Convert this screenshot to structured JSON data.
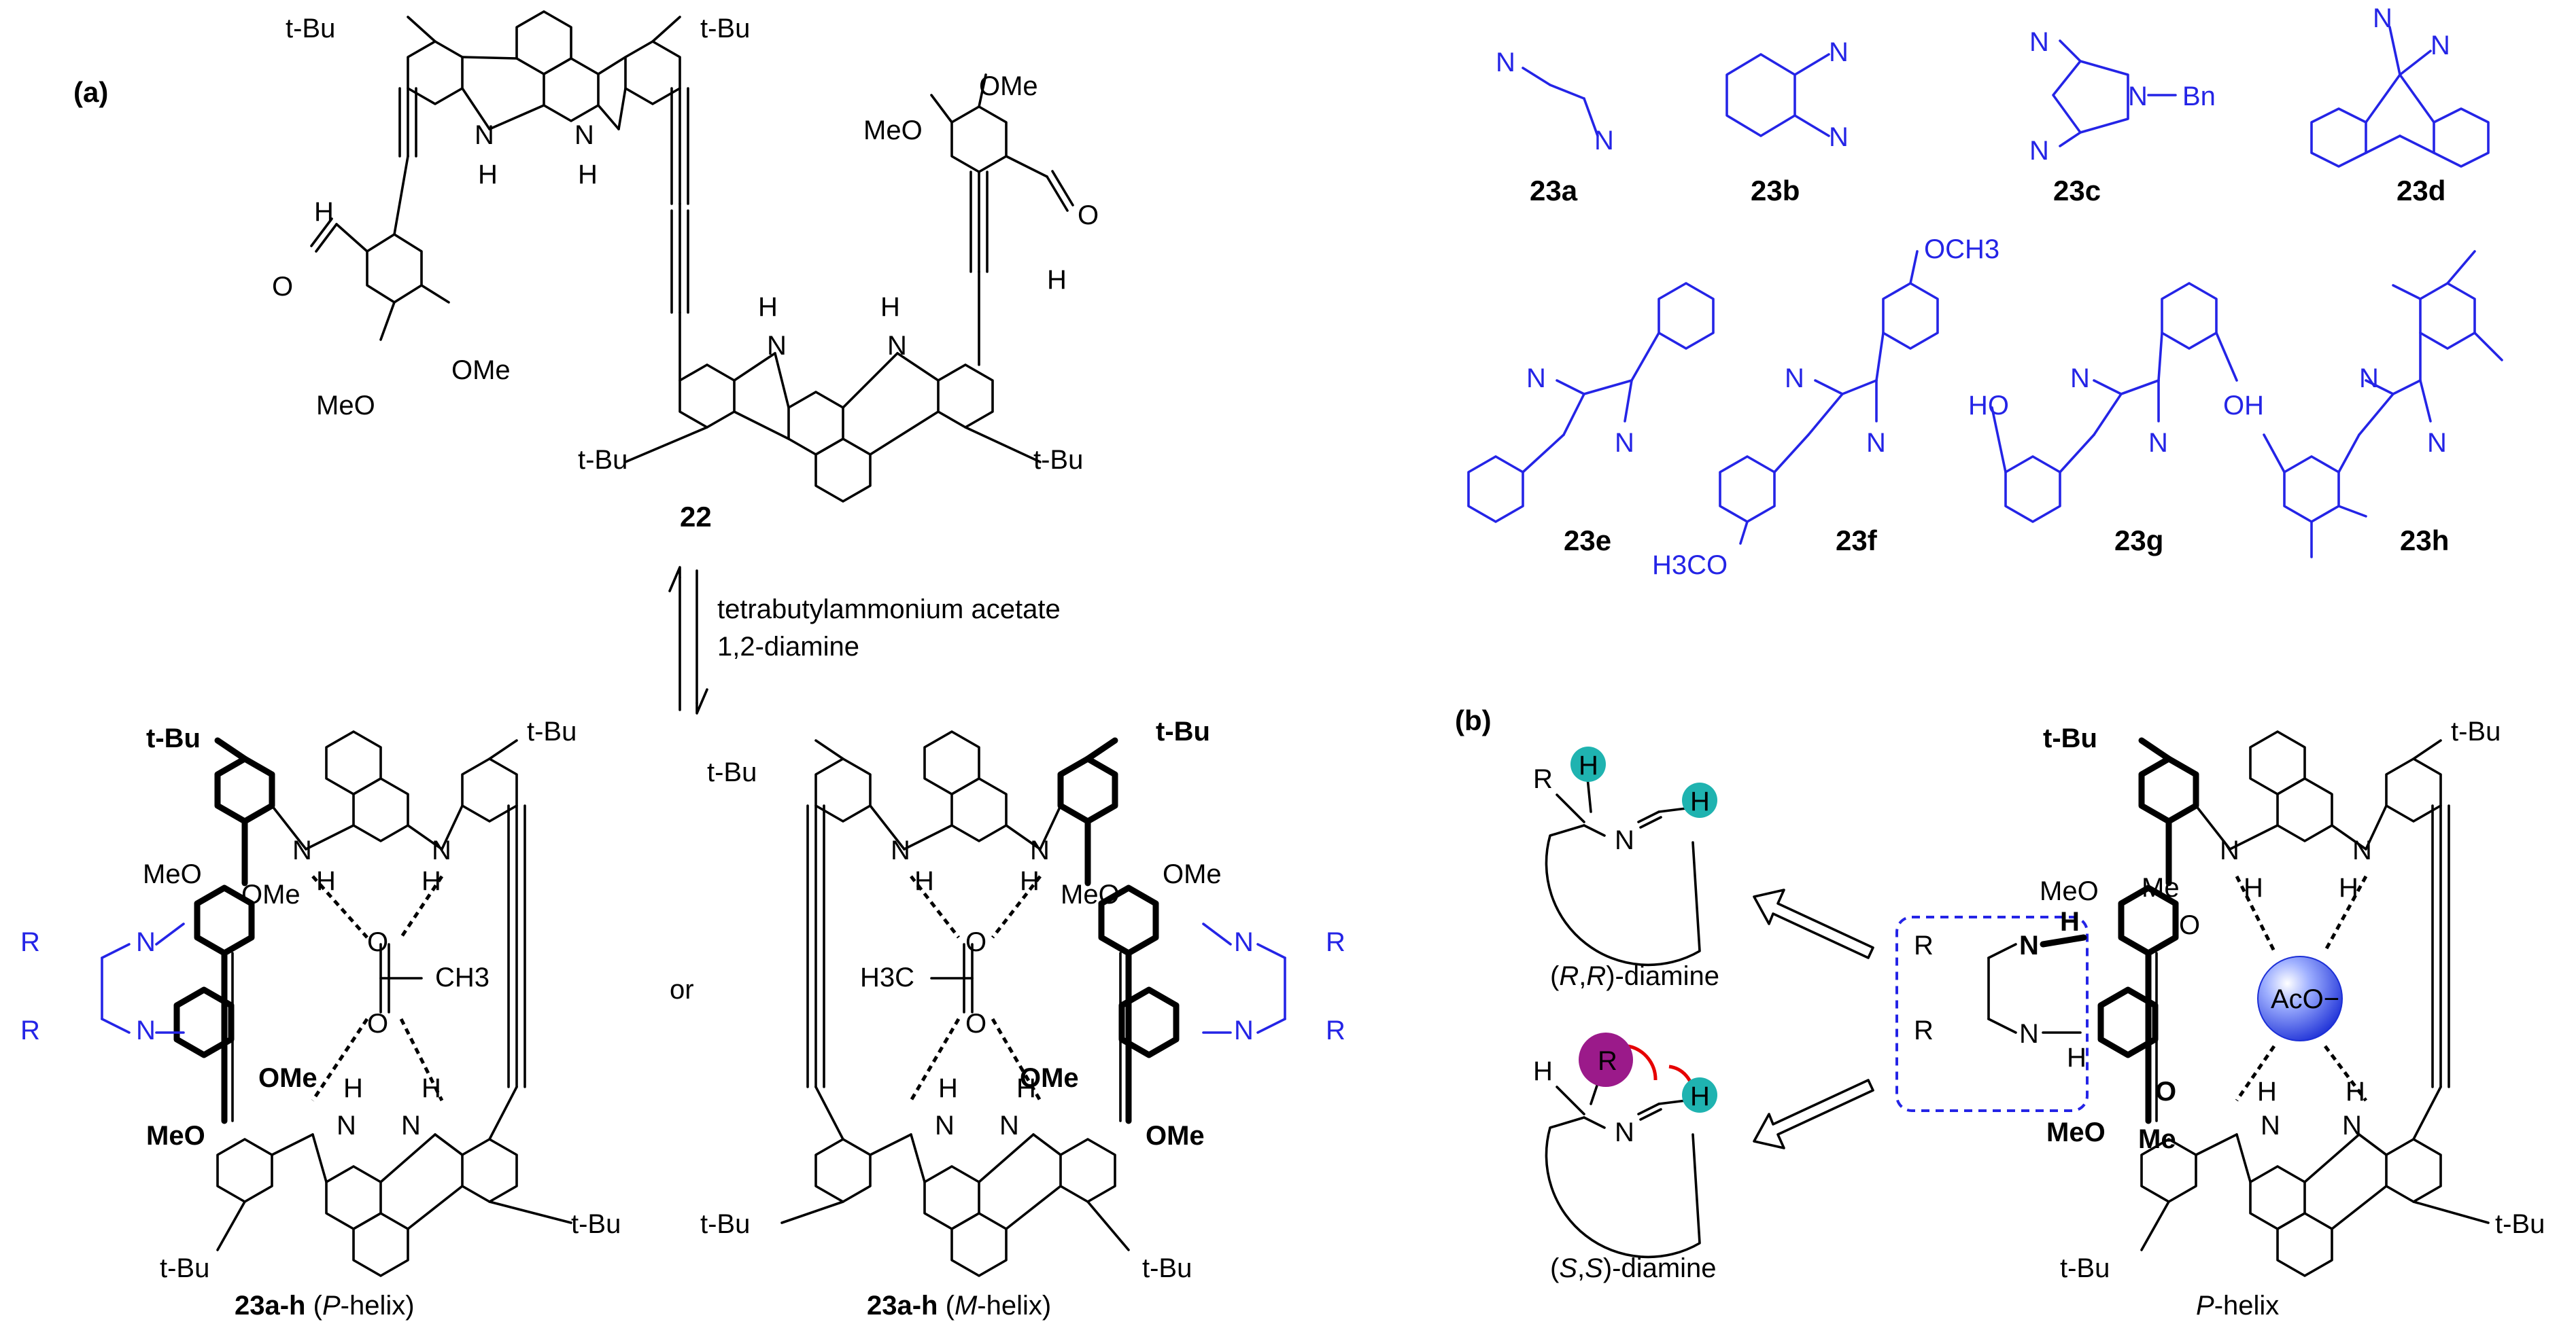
{
  "panels": {
    "a": {
      "letter": "(a)"
    },
    "b": {
      "letter": "(b)"
    }
  },
  "groups": {
    "tbu": "t-Bu",
    "ome": "OMe",
    "meo": "MeO",
    "och3": "OCH3",
    "h3co": "H3CO",
    "h": "H",
    "n": "N",
    "o": "O",
    "r": "R",
    "ch3": "CH3",
    "h3c": "H3C",
    "ho": "HO",
    "oh": "OH",
    "bn": "Bn",
    "me": "Me",
    "acetate_anion": "AcO−"
  },
  "compound_22": {
    "label": "22"
  },
  "reaction": {
    "reagent_1": "tetrabutylammonium acetate",
    "reagent_2": "1,2-diamine"
  },
  "products": {
    "p_label": {
      "compound": "23a-h",
      "open": " (",
      "helix_letter": "P",
      "close": "-helix)"
    },
    "m_label": {
      "compound": "23a-h",
      "open": " (",
      "helix_letter": "M",
      "close": "-helix)"
    },
    "or": "or"
  },
  "diamines": [
    {
      "label": "23a"
    },
    {
      "label": "23b"
    },
    {
      "label": "23c"
    },
    {
      "label": "23d"
    },
    {
      "label": "23e"
    },
    {
      "label": "23f"
    },
    {
      "label": "23g"
    },
    {
      "label": "23h"
    }
  ],
  "panel_b": {
    "rr_label": {
      "open": "(",
      "a": "R",
      "sep": ",",
      "b": "R",
      "close": ")-diamine"
    },
    "ss_label": {
      "open": "(",
      "a": "S",
      "sep": ",",
      "b": "S",
      "close": ")-diamine"
    },
    "helix_label": {
      "letter": "P",
      "rest": "-helix"
    }
  },
  "colors": {
    "diamine_blue": "#2424e6",
    "h_atom_teal": "#1fb3b0",
    "r_group_purple": "#9b1a8a",
    "clash_red": "#e60000",
    "acetate_sphere": "#3a4fe8"
  }
}
